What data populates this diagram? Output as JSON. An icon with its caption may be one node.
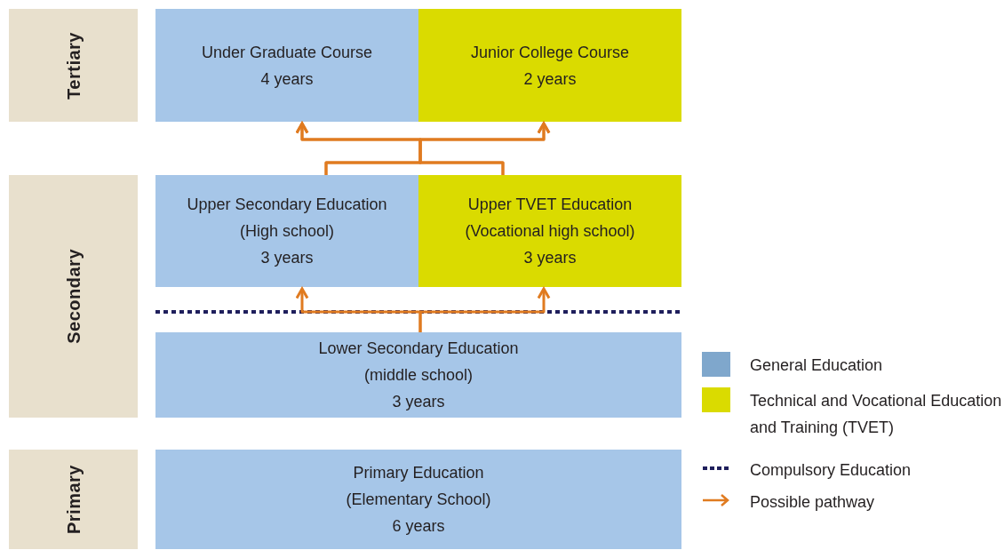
{
  "diagram": {
    "nodes": [
      {
        "text": [
          "Tertiary"
        ]
      },
      {
        "text": [
          "Under Graduate Course",
          "4 years"
        ]
      },
      {
        "text": [
          "Junior College Course",
          "2 years"
        ]
      },
      {
        "text": [
          "Secondary"
        ]
      },
      {
        "text": [
          "Upper Secondary Education",
          "(High school)",
          "3 years"
        ]
      },
      {
        "text": [
          "Upper TVET Education",
          "(Vocational high school)",
          "3 years"
        ]
      },
      {
        "text": [
          "Lower Secondary Education",
          "(middle school)",
          "3 years"
        ]
      },
      {
        "text": [
          "Primary"
        ]
      },
      {
        "text": [
          "Primary Education",
          "(Elementary School)",
          "6 years"
        ]
      }
    ],
    "edges": [
      {
        "from": 4,
        "to": 1,
        "arrow": "to"
      },
      {
        "from": 4,
        "to": 2,
        "arrow": "to"
      },
      {
        "from": 5,
        "to": 1,
        "arrow": "to"
      },
      {
        "from": 5,
        "to": 2,
        "arrow": "to"
      },
      {
        "from": 6,
        "to": 4,
        "arrow": "to"
      },
      {
        "from": 6,
        "to": 5,
        "arrow": "to"
      }
    ],
    "legend": [
      {
        "text": "General Education",
        "color": "#7fa7cc"
      },
      {
        "text": "Technical and Vocational Education and Training (TVET)",
        "color": "#dadb00"
      },
      {
        "text": "Compulsory Education"
      },
      {
        "text": "Possible pathway"
      }
    ]
  }
}
